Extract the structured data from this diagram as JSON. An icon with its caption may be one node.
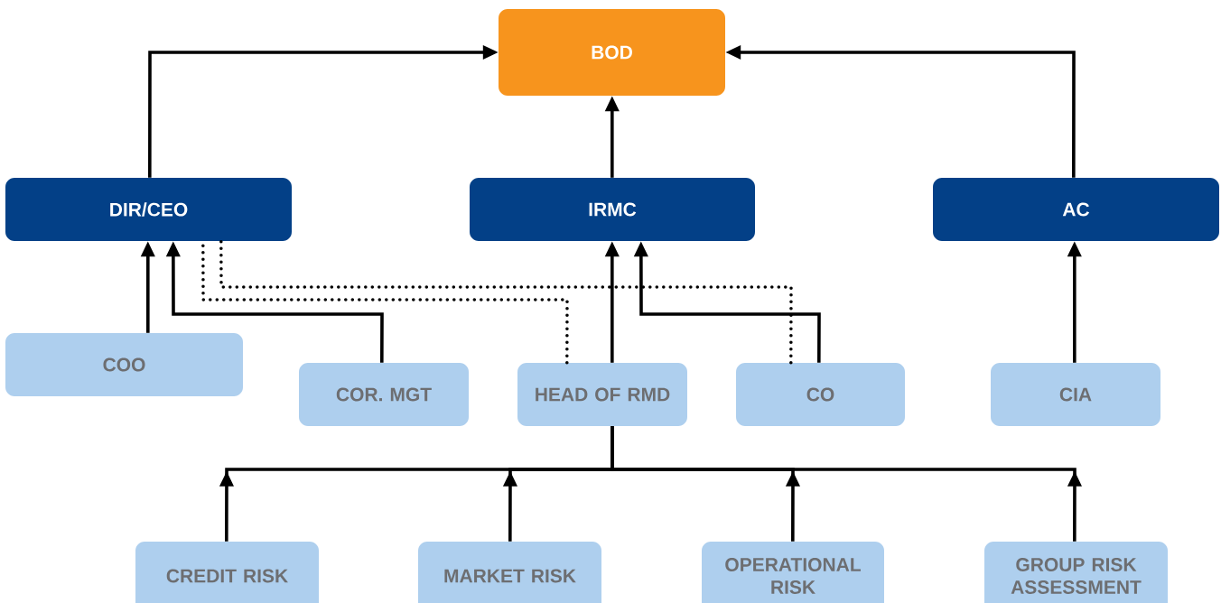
{
  "diagram": {
    "nodes": [
      {
        "text": [
          "BOD"
        ]
      },
      {
        "text": [
          "DIR/CEO"
        ]
      },
      {
        "text": [
          "IRMC"
        ]
      },
      {
        "text": [
          "AC"
        ]
      },
      {
        "text": [
          "COO"
        ]
      },
      {
        "text": [
          "COR. MGT"
        ]
      },
      {
        "text": [
          "HEAD OF RMD"
        ]
      },
      {
        "text": [
          "CO"
        ]
      },
      {
        "text": [
          "CIA"
        ]
      },
      {
        "text": [
          "CREDIT RISK"
        ]
      },
      {
        "text": [
          "MARKET RISK"
        ]
      },
      {
        "text": [
          "OPERATIONAL RISK"
        ]
      },
      {
        "text": [
          "GROUP RISK ASSESSMENT"
        ]
      }
    ],
    "edges": [
      {
        "from": 1,
        "to": 0,
        "arrow": "to"
      },
      {
        "from": 2,
        "to": 0,
        "arrow": "to"
      },
      {
        "from": 3,
        "to": 0,
        "arrow": "to"
      },
      {
        "from": 4,
        "to": 1,
        "arrow": "to"
      },
      {
        "from": 5,
        "to": 1,
        "arrow": "to"
      },
      {
        "from": 6,
        "to": 1,
        "arrow": "none",
        "style": "dashed"
      },
      {
        "from": 7,
        "to": 1,
        "arrow": "none",
        "style": "dashed"
      },
      {
        "from": 6,
        "to": 2,
        "arrow": "to"
      },
      {
        "from": 7,
        "to": 2,
        "arrow": "to"
      },
      {
        "from": 8,
        "to": 3,
        "arrow": "to"
      },
      {
        "from": 9,
        "to": 6,
        "arrow": "to"
      },
      {
        "from": 10,
        "to": 6,
        "arrow": "to"
      },
      {
        "from": 11,
        "to": 6,
        "arrow": "to"
      },
      {
        "from": 12,
        "to": 6,
        "arrow": "to"
      }
    ]
  }
}
